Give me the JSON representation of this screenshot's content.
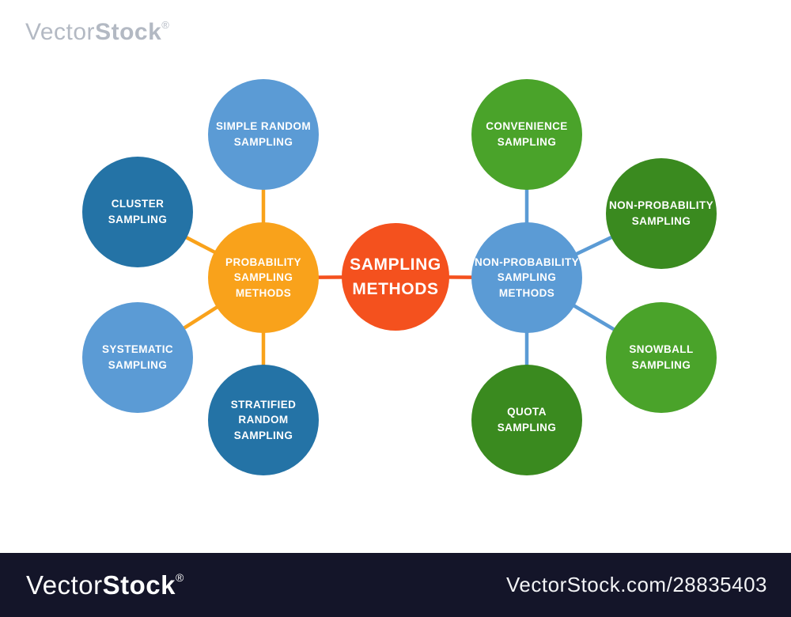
{
  "watermark_top": {
    "brand_light": "Vector",
    "brand_bold": "Stock",
    "registered": "®"
  },
  "footer": {
    "brand_light": "Vector",
    "brand_bold": "Stock",
    "registered": "®",
    "credit": "VectorStock.com/28835403",
    "bar_color": "#141529"
  },
  "diagram": {
    "title_node": {
      "label": "SAMPLING\nMETHODS",
      "color": "#f4511e"
    },
    "hub_left": {
      "label": "PROBABILITY\nSAMPLING\nMETHODS",
      "color": "#f9a21b"
    },
    "hub_right": {
      "label": "NON-PROBABILITY\nSAMPLING\nMETHODS",
      "color": "#5b9bd5"
    },
    "satellites": [
      {
        "label": "SIMPLE RANDOM\nSAMPLING",
        "color": "#5b9bd5",
        "parent": "hub_left"
      },
      {
        "label": "CLUSTER\nSAMPLING",
        "color": "#2473a6",
        "parent": "hub_left"
      },
      {
        "label": "SYSTEMATIC\nSAMPLING",
        "color": "#5b9bd5",
        "parent": "hub_left"
      },
      {
        "label": "STRATIFIED\nRANDOM\nSAMPLING",
        "color": "#2473a6",
        "parent": "hub_left"
      },
      {
        "label": "CONVENIENCE\nSAMPLING",
        "color": "#4aa32a",
        "parent": "hub_right"
      },
      {
        "label": "NON-PROBABILITY\nSAMPLING",
        "color": "#3a8a1f",
        "parent": "hub_right"
      },
      {
        "label": "SNOWBALL\nSAMPLING",
        "color": "#4aa32a",
        "parent": "hub_right"
      },
      {
        "label": "QUOTA\nSAMPLING",
        "color": "#3a8a1f",
        "parent": "hub_right"
      }
    ],
    "connector_colors": {
      "center_links": "#f4511e",
      "left_links": "#f9a21b",
      "right_links": "#5b9bd5"
    }
  }
}
